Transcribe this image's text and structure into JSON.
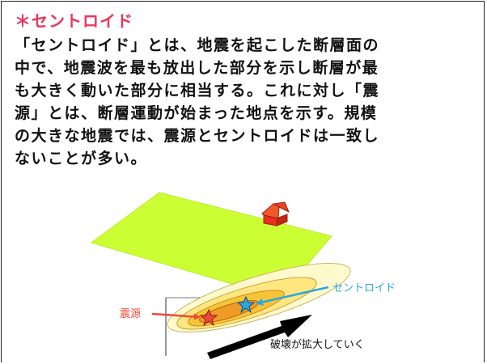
{
  "card": {
    "heading": "＊セントロイド",
    "lines": [
      "「セントロイド」とは、地震を起こした断層面の",
      "中で、地震波を最も放出した部分を示し断層が最",
      "も大きく動いた部分に相当する。これに対し「震",
      "源」とは、断層運動が始まった地点を示す。規模",
      "の大きな地震では、震源とセントロイドは一致し",
      "ないことが多い。"
    ]
  },
  "diagram": {
    "label_hypocenter": "震源",
    "label_centroid": "セントロイド",
    "label_rupture": "破壊が拡大していく"
  },
  "colors": {
    "heading": "#E8365D",
    "ground": "#CCFF33",
    "hypocenter": "#F04A3A",
    "centroid": "#2BA8E0",
    "house": "#E8301C",
    "arrow": "#000000"
  }
}
